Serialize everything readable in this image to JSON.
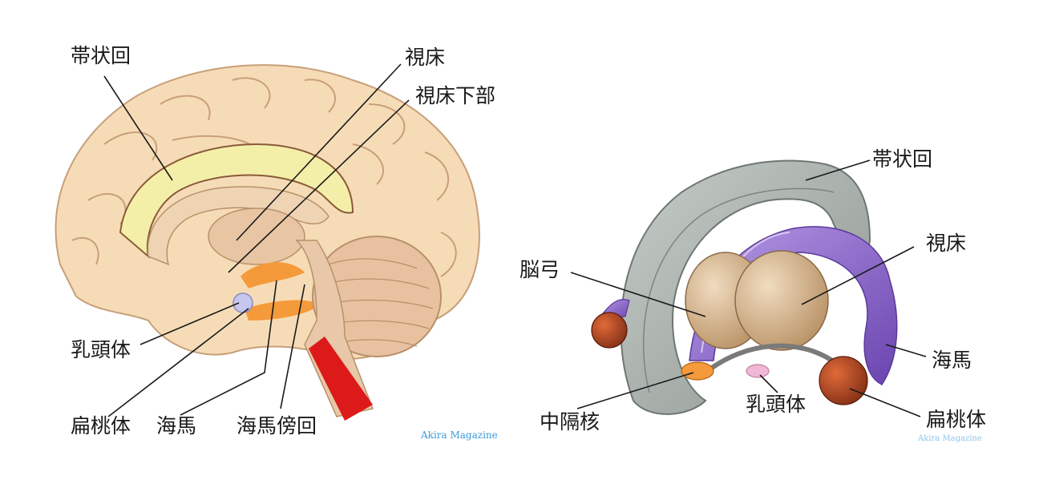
{
  "left_figure": {
    "labels": {
      "cingulate_gyrus": "帯状回",
      "thalamus": "視床",
      "hypothalamus": "視床下部",
      "mammillary_body": "乳頭体",
      "amygdala": "扁桃体",
      "hippocampus": "海馬",
      "parahippocampal_gyrus": "海馬傍回"
    },
    "watermark": "Akira Magazine"
  },
  "right_figure": {
    "labels": {
      "cingulate_gyrus": "帯状回",
      "thalamus": "視床",
      "fornix": "脳弓",
      "hippocampus": "海馬",
      "septal_nucleus": "中隔核",
      "mammillary_body": "乳頭体",
      "amygdala": "扁桃体"
    },
    "watermark": "Akira Magazine"
  },
  "colors": {
    "cortex": "#f6dcb6",
    "cortex_line": "#c79f7a",
    "cingulate": "#f4efa8",
    "orange": "#f59a3a",
    "brainstem": "#dd1a1a",
    "cerebellum": "#e8c2a0",
    "gray_ring": "#a8b0ac",
    "purple": "#8a64c9",
    "thalamus_brown": "#c9a478",
    "amygdala_brown": "#a3431f",
    "mammillary_pink": "#f0b8d6",
    "mammillary_lavender": "#c6c6ef"
  }
}
